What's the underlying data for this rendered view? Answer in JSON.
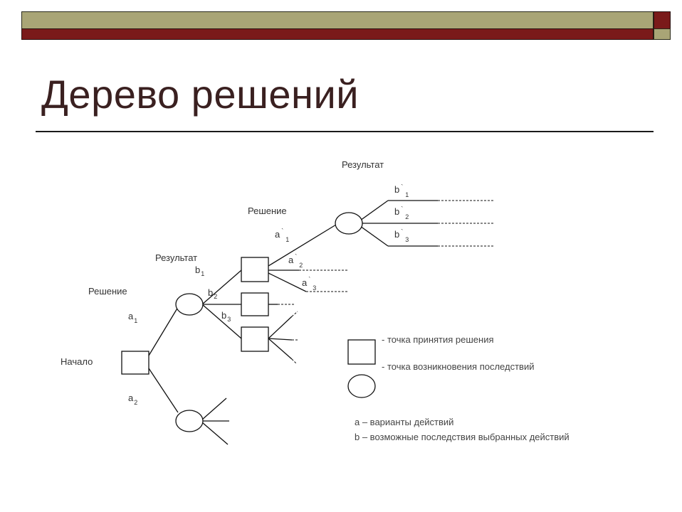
{
  "title": "Дерево решений",
  "labels": {
    "result_top": "Результат",
    "decision_2": "Решение",
    "a_prime": "a",
    "a_prime_sup": "`",
    "a_prime_sub": "1",
    "a_prime2": "a",
    "a_prime2_sup": "`",
    "a_prime2_sub": "2",
    "a_prime3": "a",
    "a_prime3_sup": "`",
    "a_prime3_sub": "3",
    "result_mid": "Результат",
    "b1": "b",
    "b1_sub": "1",
    "b2": "b",
    "b2_sub": "2",
    "b3": "b",
    "b3_sub": "3",
    "decision_1": "Решение",
    "a1": "a",
    "a1_sub": "1",
    "start": "Начало",
    "a2": "a",
    "a2_sub": "2",
    "bp1": "b",
    "bp1_sup": "`",
    "bp1_sub": "1",
    "bp2": "b",
    "bp2_sup": "`",
    "bp2_sub": "2",
    "bp3": "b",
    "bp3_sup": "`",
    "bp3_sub": "3"
  },
  "legend": {
    "square": "- точка принятия решения",
    "circle": "- точка возникновения последствий",
    "a_desc": "а – варианты действий",
    "b_desc": "b – возможные последствия выбранных действий"
  },
  "colors": {
    "bar_olive": "#a9a576",
    "bar_dark": "#7a1a1a",
    "title_text": "#3a2020"
  }
}
